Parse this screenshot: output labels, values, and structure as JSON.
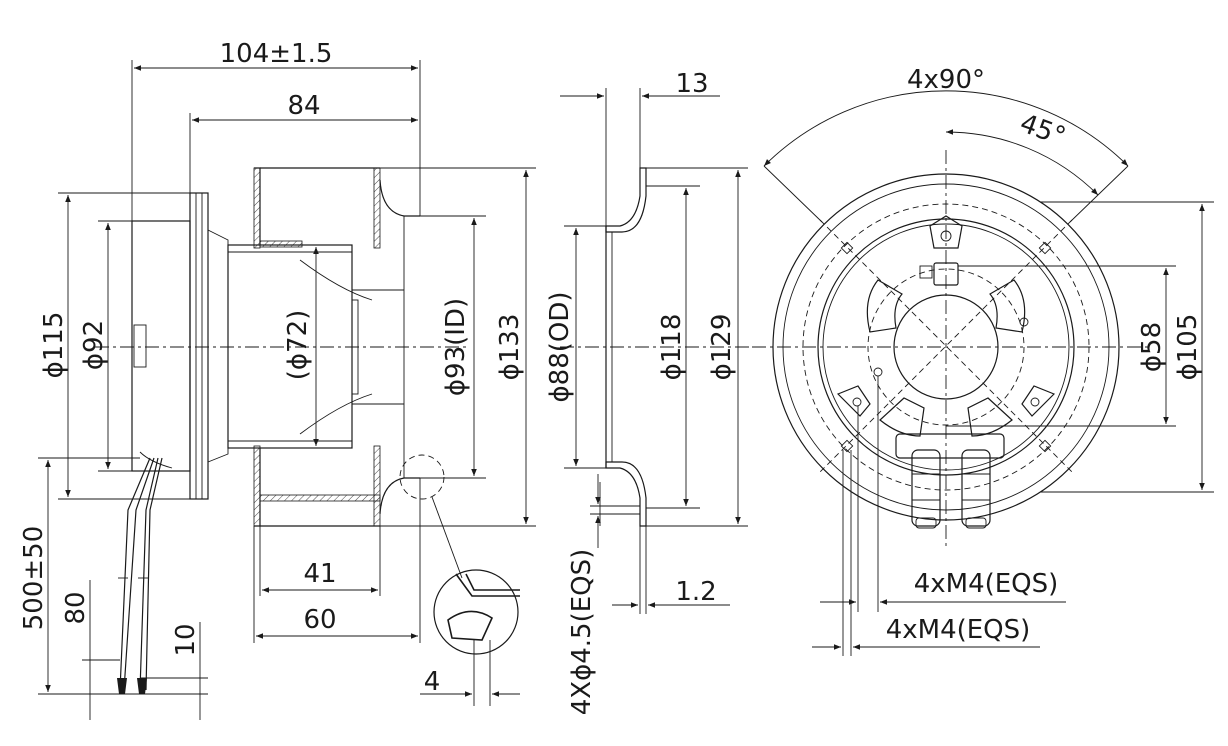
{
  "side_view": {
    "overall_length": "104±1.5",
    "body_length": "84",
    "dia_115": "ϕ115",
    "dia_92": "ϕ92",
    "motor_dia": "(ϕ72)",
    "inlet_id": "ϕ93(ID)",
    "impeller_dia": "ϕ133",
    "dim_41": "41",
    "dim_60": "60",
    "lead_length": "500±50",
    "strip_80": "80",
    "strip_10": "10",
    "dim_4": "4"
  },
  "inlet_ring_view": {
    "flange_width": "13",
    "ring_od": "ϕ88(OD)",
    "dia_118": "ϕ118",
    "dia_129": "ϕ129",
    "holes": "4Xϕ4.5(EQS)",
    "thickness": "1.2"
  },
  "front_view": {
    "angle_4x90": "4x90°",
    "angle_45": "45°",
    "dia_58": "ϕ58",
    "dia_105": "ϕ105",
    "threads_inner": "4xM4(EQS)",
    "threads_outer": "4xM4(EQS)"
  }
}
